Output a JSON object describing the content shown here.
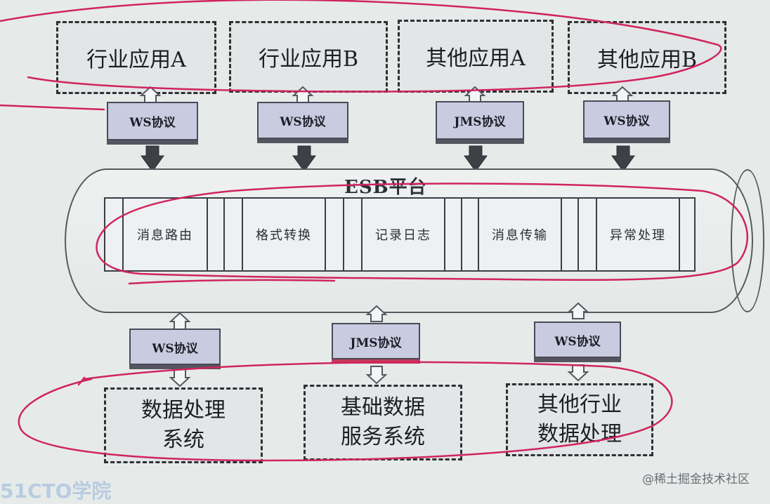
{
  "top_apps": [
    "行业应用A",
    "行业应用B",
    "其他应用A",
    "其他应用B"
  ],
  "top_protocols": [
    "WS协议",
    "WS协议",
    "JMS协议",
    "WS协议"
  ],
  "platform": {
    "title": "ESB平台",
    "modules": [
      "消息路由",
      "格式转换",
      "记录日志",
      "消息传输",
      "异常处理"
    ]
  },
  "bottom_protocols": [
    "WS协议",
    "JMS协议",
    "WS协议"
  ],
  "bottom_systems": [
    {
      "line1": "数据处理",
      "line2": "系统"
    },
    {
      "line1": "基础数据",
      "line2": "服务系统"
    },
    {
      "line1": "其他行业",
      "line2": "数据处理"
    }
  ],
  "watermark": {
    "left": "51CTO学院",
    "right": "@稀土掘金技术社区"
  },
  "colors": {
    "annotation": "#d0245e",
    "protocol_fill": "#c9cbe0",
    "background": "#e6ebea"
  }
}
